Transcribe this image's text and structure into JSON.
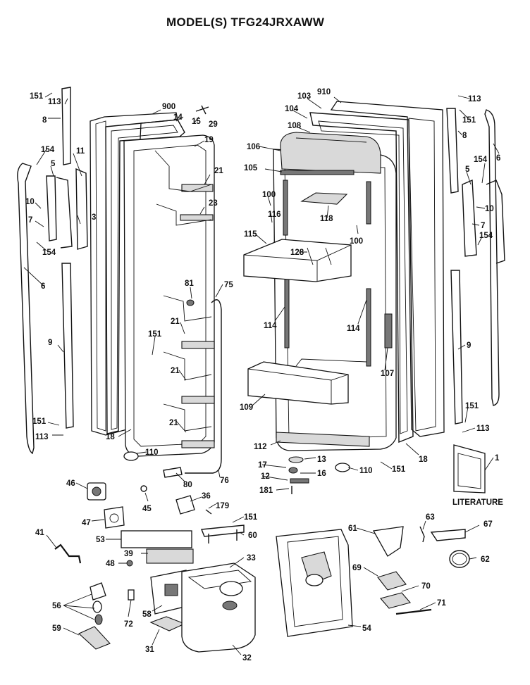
{
  "header": {
    "title": "MODEL(S) TFG24JRXAWW"
  },
  "literature_label": "LITERATURE",
  "part_labels": {
    "p900": "900",
    "p14": "14",
    "p15": "15",
    "p29": "29",
    "p19": "19",
    "p21a": "21",
    "p23": "23",
    "p151a": "151",
    "p113a": "113",
    "p8a": "8",
    "p154a": "154",
    "p11": "11",
    "p5a": "5",
    "p10a": "10",
    "p3": "3",
    "p7a": "7",
    "p154b": "154",
    "p6a": "6",
    "p9a": "9",
    "p151b": "151",
    "p113b": "113",
    "p81": "81",
    "p75": "75",
    "p21b": "21",
    "p151c": "151",
    "p21c": "21",
    "p21d": "21",
    "p18a": "18",
    "p110a": "110",
    "p80": "80",
    "p76": "76",
    "p910": "910",
    "p103": "103",
    "p104": "104",
    "p108": "108",
    "p106": "106",
    "p105": "105",
    "p100a": "100",
    "p116": "116",
    "p118": "118",
    "p115": "115",
    "p128": "128",
    "p100b": "100",
    "p114a": "114",
    "p114b": "114",
    "p107": "107",
    "p109": "109",
    "p112": "112",
    "p13": "13",
    "p17": "17",
    "p16": "16",
    "p12": "12",
    "p181": "181",
    "p110b": "110",
    "p151d": "151",
    "p18b": "18",
    "p113c": "113",
    "p151e": "151",
    "p8b": "8",
    "p6b": "6",
    "p154c": "154",
    "p5b": "5",
    "p10b": "10",
    "p7b": "7",
    "p154d": "154",
    "p9b": "9",
    "p151f": "151",
    "p113d": "113",
    "p1": "1",
    "p46": "46",
    "p45": "45",
    "p36": "36",
    "p179": "179",
    "p47": "47",
    "p151g": "151",
    "p53": "53",
    "p60": "60",
    "p41": "41",
    "p39": "39",
    "p33": "33",
    "p48": "48",
    "p56": "56",
    "p72": "72",
    "p58": "58",
    "p59": "59",
    "p31": "31",
    "p32": "32",
    "p54": "54",
    "p61": "61",
    "p63": "63",
    "p67": "67",
    "p62": "62",
    "p69": "69",
    "p70": "70",
    "p71": "71"
  }
}
